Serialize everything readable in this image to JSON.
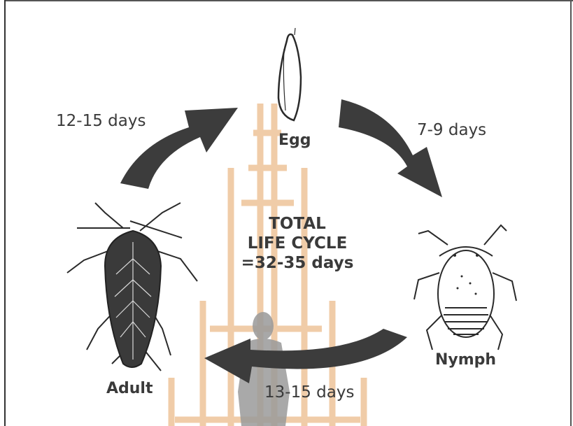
{
  "diagram": {
    "center": {
      "line1": "TOTAL",
      "line2": "LIFE CYCLE",
      "line3": "=32-35 days"
    },
    "stages": {
      "egg": "Egg",
      "nymph": "Nymph",
      "adult": "Adult"
    },
    "durations": {
      "adult_to_egg": "12-15 days",
      "egg_to_nymph": "7-9 days",
      "nymph_to_adult": "13-15 days"
    }
  },
  "colors": {
    "arrow": "#3c3c3c",
    "text": "#3a3a3a",
    "watermark": "#e8b98a",
    "figure": "#9a9a9a"
  }
}
